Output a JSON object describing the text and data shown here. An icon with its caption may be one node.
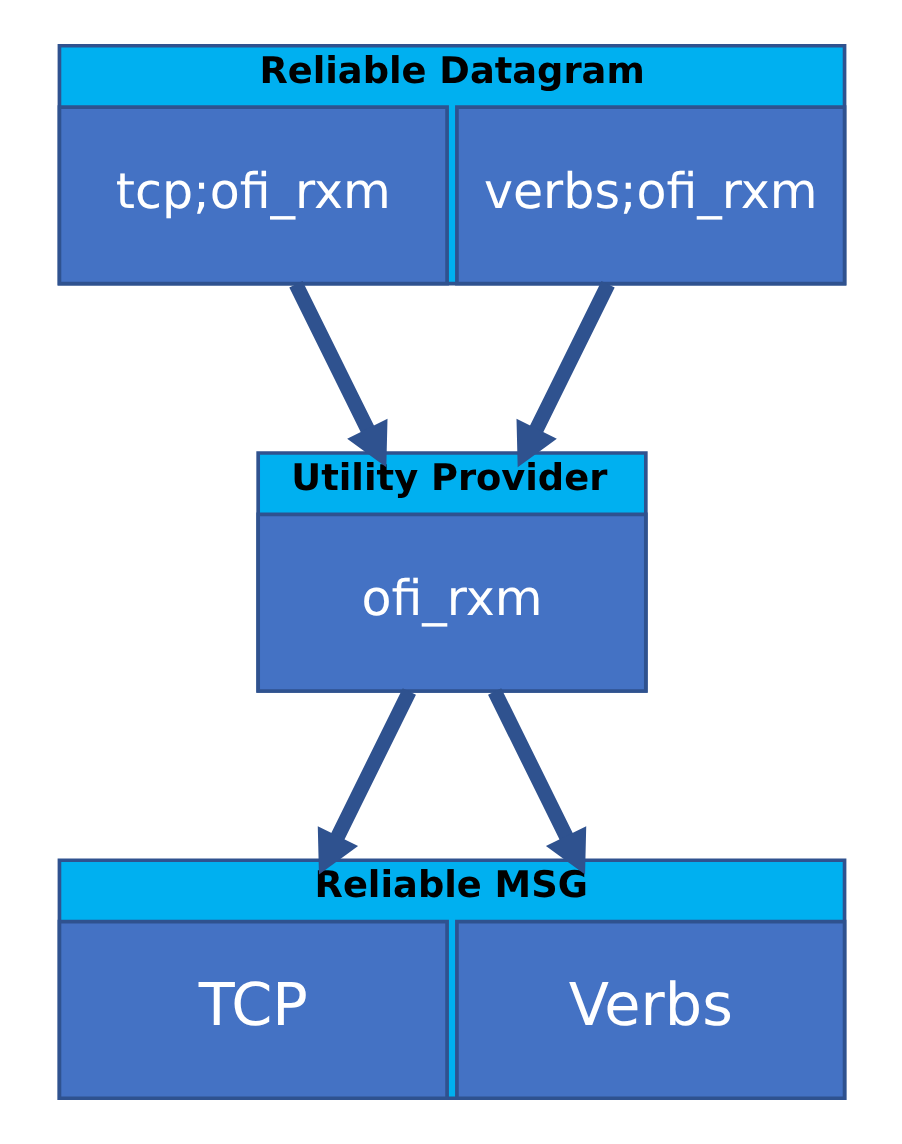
{
  "diagram": {
    "nodes": [
      {
        "text": [
          "Reliable Datagram"
        ]
      },
      {
        "text": [
          "tcp;ofi_rxm"
        ],
        "in": 0
      },
      {
        "text": [
          "verbs;ofi_rxm"
        ],
        "in": 0
      },
      {
        "text": [
          "Utility Provider"
        ]
      },
      {
        "text": [
          "ofi_rxm"
        ],
        "in": 3
      },
      {
        "text": [
          "Reliable MSG"
        ]
      },
      {
        "text": [
          "TCP"
        ],
        "in": 5
      },
      {
        "text": [
          "Verbs"
        ],
        "in": 5
      }
    ],
    "edges": [
      {
        "from": 1,
        "to": 4,
        "arrow": "to"
      },
      {
        "from": 2,
        "to": 4,
        "arrow": "to"
      },
      {
        "from": 4,
        "to": 6,
        "arrow": "to"
      },
      {
        "from": 4,
        "to": 7,
        "arrow": "to"
      }
    ]
  }
}
